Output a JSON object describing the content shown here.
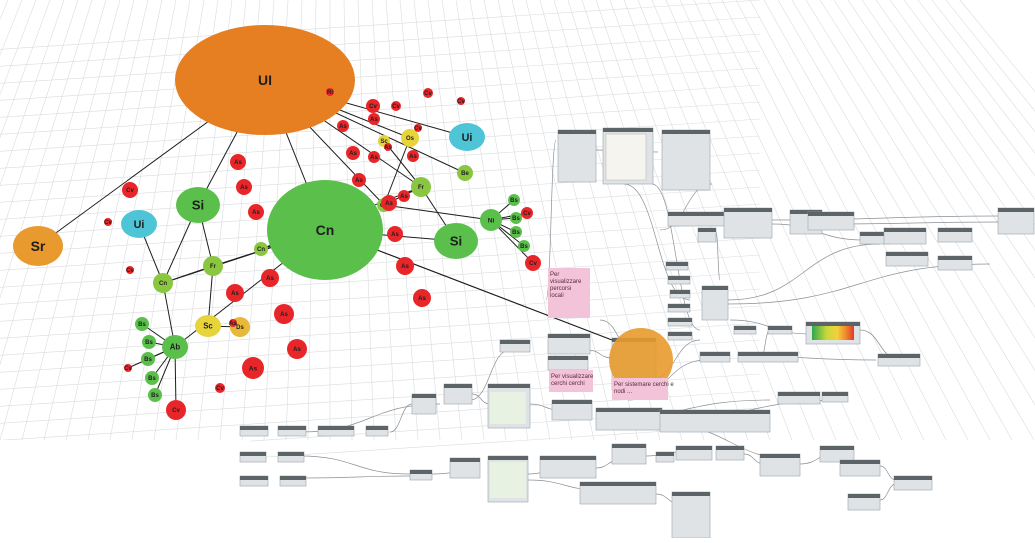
{
  "graph": {
    "nodes": [
      {
        "id": "UI",
        "label": "UI",
        "color": "#e67e22"
      },
      {
        "id": "Ri",
        "label": "Ri",
        "color": "#e8262a"
      },
      {
        "id": "Sr",
        "label": "Sr",
        "color": "#e89a2e"
      },
      {
        "id": "Cn",
        "label": "Cn",
        "color": "#5bbf4b"
      },
      {
        "id": "Si1",
        "label": "Si",
        "color": "#5bbf4b"
      },
      {
        "id": "Si2",
        "label": "Si",
        "color": "#5bbf4b"
      },
      {
        "id": "Ui1",
        "label": "Ui",
        "color": "#4ec5d6"
      },
      {
        "id": "Ui2",
        "label": "Ui",
        "color": "#4ec5d6"
      },
      {
        "id": "Cn2",
        "label": "Cn",
        "color": "#8ac640"
      },
      {
        "id": "Fr1",
        "label": "Fr",
        "color": "#8ac640"
      },
      {
        "id": "Cn3",
        "label": "Cn",
        "color": "#8ac640"
      },
      {
        "id": "Fr2",
        "label": "Fr",
        "color": "#8ac640"
      },
      {
        "id": "Cn4",
        "label": "Cn",
        "color": "#8ac640"
      },
      {
        "id": "Be1",
        "label": "Be",
        "color": "#8ac640"
      },
      {
        "id": "Sc1",
        "label": "Sc",
        "color": "#e6d43a"
      },
      {
        "id": "Sc2",
        "label": "Sc",
        "color": "#e6d43a"
      },
      {
        "id": "Os",
        "label": "Os",
        "color": "#e6d43a"
      },
      {
        "id": "Ds",
        "label": "Ds",
        "color": "#e8b83a"
      },
      {
        "id": "Ab",
        "label": "Ab",
        "color": "#5bbf4b"
      },
      {
        "id": "Ni",
        "label": "Ni",
        "color": "#5bbf4b"
      },
      {
        "id": "Bs1",
        "label": "Bs",
        "color": "#5bbf4b"
      },
      {
        "id": "Bs2",
        "label": "Bs",
        "color": "#5bbf4b"
      },
      {
        "id": "Bs3",
        "label": "Bs",
        "color": "#5bbf4b"
      },
      {
        "id": "Bs4",
        "label": "Bs",
        "color": "#5bbf4b"
      },
      {
        "id": "Bs5",
        "label": "Bs",
        "color": "#5bbf4b"
      },
      {
        "id": "Bs6",
        "label": "Bs",
        "color": "#5bbf4b"
      },
      {
        "id": "Bs7",
        "label": "Bs",
        "color": "#5bbf4b"
      },
      {
        "id": "Bs8",
        "label": "Bs",
        "color": "#5bbf4b"
      },
      {
        "id": "Bs9",
        "label": "Bs",
        "color": "#5bbf4b"
      },
      {
        "id": "Cv1",
        "label": "Cv",
        "color": "#e8262a"
      },
      {
        "id": "Cv2",
        "label": "Cv",
        "color": "#e8262a"
      },
      {
        "id": "Cv3",
        "label": "Cv",
        "color": "#e8262a"
      },
      {
        "id": "Cv4",
        "label": "Cv",
        "color": "#e8262a"
      },
      {
        "id": "Cv5",
        "label": "Cv",
        "color": "#e8262a"
      },
      {
        "id": "Cv6",
        "label": "Cv",
        "color": "#e8262a"
      },
      {
        "id": "Cv7",
        "label": "Cv",
        "color": "#e8262a"
      },
      {
        "id": "Cv8",
        "label": "Cv",
        "color": "#e8262a"
      },
      {
        "id": "Cv9",
        "label": "Cv",
        "color": "#e8262a"
      },
      {
        "id": "Cv10",
        "label": "Cv",
        "color": "#e8262a"
      },
      {
        "id": "Cv11",
        "label": "Cv",
        "color": "#e8262a"
      },
      {
        "id": "Cv12",
        "label": "Cv",
        "color": "#e8262a"
      },
      {
        "id": "Cv13",
        "label": "Cv",
        "color": "#e8262a"
      },
      {
        "id": "As1",
        "label": "As",
        "color": "#e8262a"
      },
      {
        "id": "As2",
        "label": "As",
        "color": "#e8262a"
      },
      {
        "id": "As3",
        "label": "As",
        "color": "#e8262a"
      },
      {
        "id": "As4",
        "label": "As",
        "color": "#e8262a"
      },
      {
        "id": "As5",
        "label": "As",
        "color": "#e8262a"
      },
      {
        "id": "As6",
        "label": "As",
        "color": "#e8262a"
      },
      {
        "id": "As7",
        "label": "As",
        "color": "#e8262a"
      },
      {
        "id": "As8",
        "label": "As",
        "color": "#e8262a"
      },
      {
        "id": "As9",
        "label": "As",
        "color": "#e8262a"
      },
      {
        "id": "As10",
        "label": "As",
        "color": "#e8262a"
      },
      {
        "id": "As11",
        "label": "As",
        "color": "#e8262a"
      },
      {
        "id": "As12",
        "label": "As",
        "color": "#e8262a"
      },
      {
        "id": "As13",
        "label": "As",
        "color": "#e8262a"
      },
      {
        "id": "As14",
        "label": "As",
        "color": "#e8262a"
      },
      {
        "id": "As15",
        "label": "As",
        "color": "#e8262a"
      },
      {
        "id": "As16",
        "label": "As",
        "color": "#e8262a"
      },
      {
        "id": "As17",
        "label": "As",
        "color": "#e8262a"
      },
      {
        "id": "As18",
        "label": "As",
        "color": "#e8262a"
      },
      {
        "id": "As19",
        "label": "As",
        "color": "#e8262a"
      },
      {
        "id": "As20",
        "label": "As",
        "color": "#e8262a"
      },
      {
        "id": "As21",
        "label": "As",
        "color": "#e8262a"
      }
    ],
    "edges": [
      [
        "UI",
        "Ri"
      ],
      [
        "UI",
        "Sr"
      ],
      [
        "UI",
        "Si1"
      ],
      [
        "UI",
        "Cn"
      ],
      [
        "UI",
        "Ui2"
      ],
      [
        "UI",
        "Os"
      ],
      [
        "UI",
        "Fr2"
      ],
      [
        "UI",
        "Cn4"
      ],
      [
        "UI",
        "Be1"
      ],
      [
        "Cn",
        "Cn2"
      ],
      [
        "Cn",
        "Cn3"
      ],
      [
        "Cn",
        "Fr1"
      ],
      [
        "Cn",
        "Si2"
      ],
      [
        "Cn",
        "Ab"
      ],
      [
        "Cn2",
        "Fr1"
      ],
      [
        "Cn2",
        "Ui1"
      ],
      [
        "Cn2",
        "Si1"
      ],
      [
        "Cn2",
        "Ab"
      ],
      [
        "Fr1",
        "Si1"
      ],
      [
        "Fr1",
        "Sc1"
      ],
      [
        "Sc1",
        "Ds"
      ],
      [
        "Cn3",
        "Fr2"
      ],
      [
        "Fr2",
        "Cn4"
      ],
      [
        "Fr2",
        "Sc2"
      ],
      [
        "Fr2",
        "Si2"
      ],
      [
        "Cn4",
        "Ni"
      ],
      [
        "Cn4",
        "Os"
      ],
      [
        "Ni",
        "Ni"
      ],
      [
        "Ni",
        "Bs1"
      ],
      [
        "Ni",
        "Bs2"
      ],
      [
        "Ni",
        "Bs3"
      ],
      [
        "Ni",
        "Bs4"
      ],
      [
        "Ni",
        "Cv1"
      ],
      [
        "Ni",
        "Cv2"
      ],
      [
        "Ab",
        "Bs5"
      ],
      [
        "Ab",
        "Bs6"
      ],
      [
        "Ab",
        "Bs7"
      ],
      [
        "Ab",
        "Bs8"
      ],
      [
        "Ab",
        "Bs9"
      ],
      [
        "Ab",
        "Cv3"
      ],
      [
        "Ab",
        "Cv4"
      ]
    ]
  },
  "notes": [
    {
      "id": "note1",
      "lines": [
        "Per",
        "visualizzare",
        "percorsi",
        "locali"
      ]
    },
    {
      "id": "note2",
      "lines": [
        "Per visualizzare",
        "cerchi cerchi"
      ]
    },
    {
      "id": "note3",
      "lines": [
        "Per sistemare cerchi e",
        "nodi ..."
      ]
    }
  ],
  "colors": {
    "grid": "#d9dcdf",
    "panel": "#ffffff",
    "wire": "#8a8f94",
    "node_header": "#5d6468",
    "node_body": "#dfe3e6",
    "note_pink": "#f3c3d9",
    "watch_green": "#7cc56b"
  }
}
